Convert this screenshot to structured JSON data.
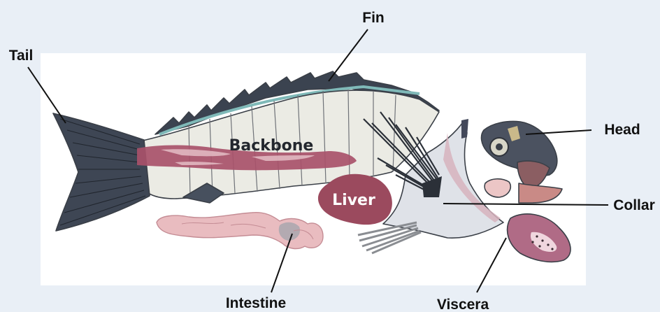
{
  "diagram": {
    "labels": {
      "fin": "Fin",
      "tail": "Tail",
      "head": "Head",
      "collar": "Collar",
      "intestine": "Intestine",
      "viscera": "Viscera",
      "backbone": "Backbone",
      "liver": "Liver"
    }
  },
  "colors": {
    "page_background": "#e9eff6",
    "panel_background": "#ffffff",
    "backbone_flesh": "#a8516a",
    "liver": "#9b4a5e",
    "fin_dark": "#3b4350",
    "body_fill": "#ebebe4",
    "intestine": "#e9bcc0",
    "viscera": "#b06b86"
  },
  "icons": [
    "fish-carcass-illustration",
    "fish-head-illustration",
    "collar-illustration",
    "liver-illustration",
    "intestine-illustration",
    "viscera-illustration"
  ]
}
